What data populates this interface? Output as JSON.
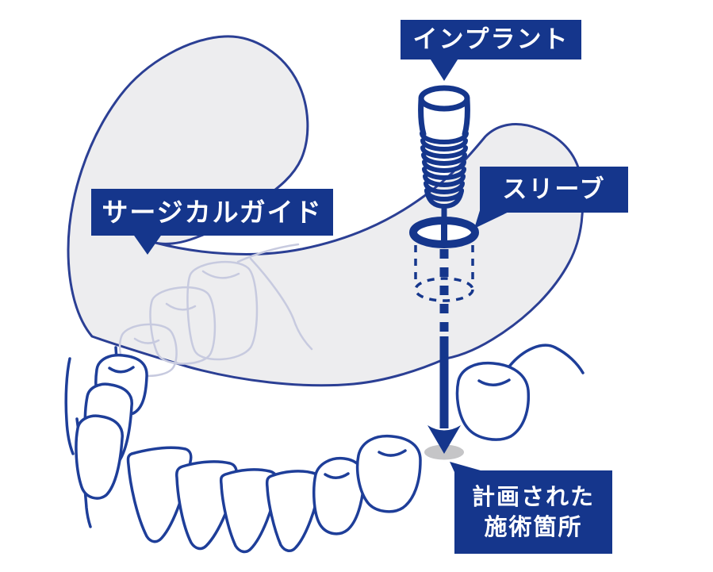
{
  "diagram": {
    "title": "dental surgical guide illustration",
    "background": "#ffffff",
    "callouts": {
      "implant": {
        "text": "インプラント"
      },
      "sleeve": {
        "text": "スリーブ"
      },
      "surgical_guide": {
        "text": "サージカルガイド"
      },
      "planned_site": {
        "line1": "計画された",
        "line2": "施術箇所"
      }
    },
    "colors": {
      "callout_bg": "#15368C",
      "callout_text": "#ffffff",
      "implant_blue": "#15368C",
      "line_blue": "#1E3E99",
      "guide_fill": "#EDEDEF",
      "guide_outline": "#2B3F94",
      "ghost_teeth": "#C7CADF",
      "target_spot": "#C5C5C7"
    }
  }
}
